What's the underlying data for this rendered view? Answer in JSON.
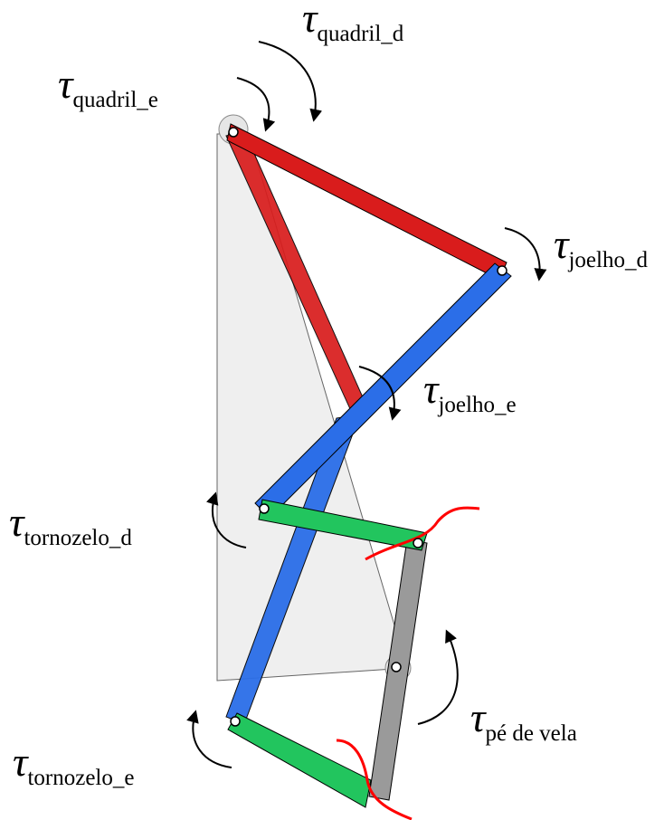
{
  "colors": {
    "hip_link": "#d91c1c",
    "knee_link": "#2b6ee8",
    "ankle_link": "#22c55e",
    "crank": "#9a9a9a",
    "frame": "#eeeeee",
    "wire": "#ff0000"
  },
  "labels": {
    "quadril_d": {
      "symbol": "τ",
      "sub": "quadril_d"
    },
    "quadril_e": {
      "symbol": "τ",
      "sub": "quadril_e"
    },
    "joelho_d": {
      "symbol": "τ",
      "sub": "joelho_d"
    },
    "joelho_e": {
      "symbol": "τ",
      "sub": "joelho_e"
    },
    "tornozelo_d": {
      "symbol": "τ",
      "sub": "tornozelo_d"
    },
    "tornozelo_e": {
      "symbol": "τ",
      "sub": "tornozelo_e"
    },
    "pe_de_vela": {
      "symbol": "τ",
      "sub": "pé de vela"
    }
  }
}
